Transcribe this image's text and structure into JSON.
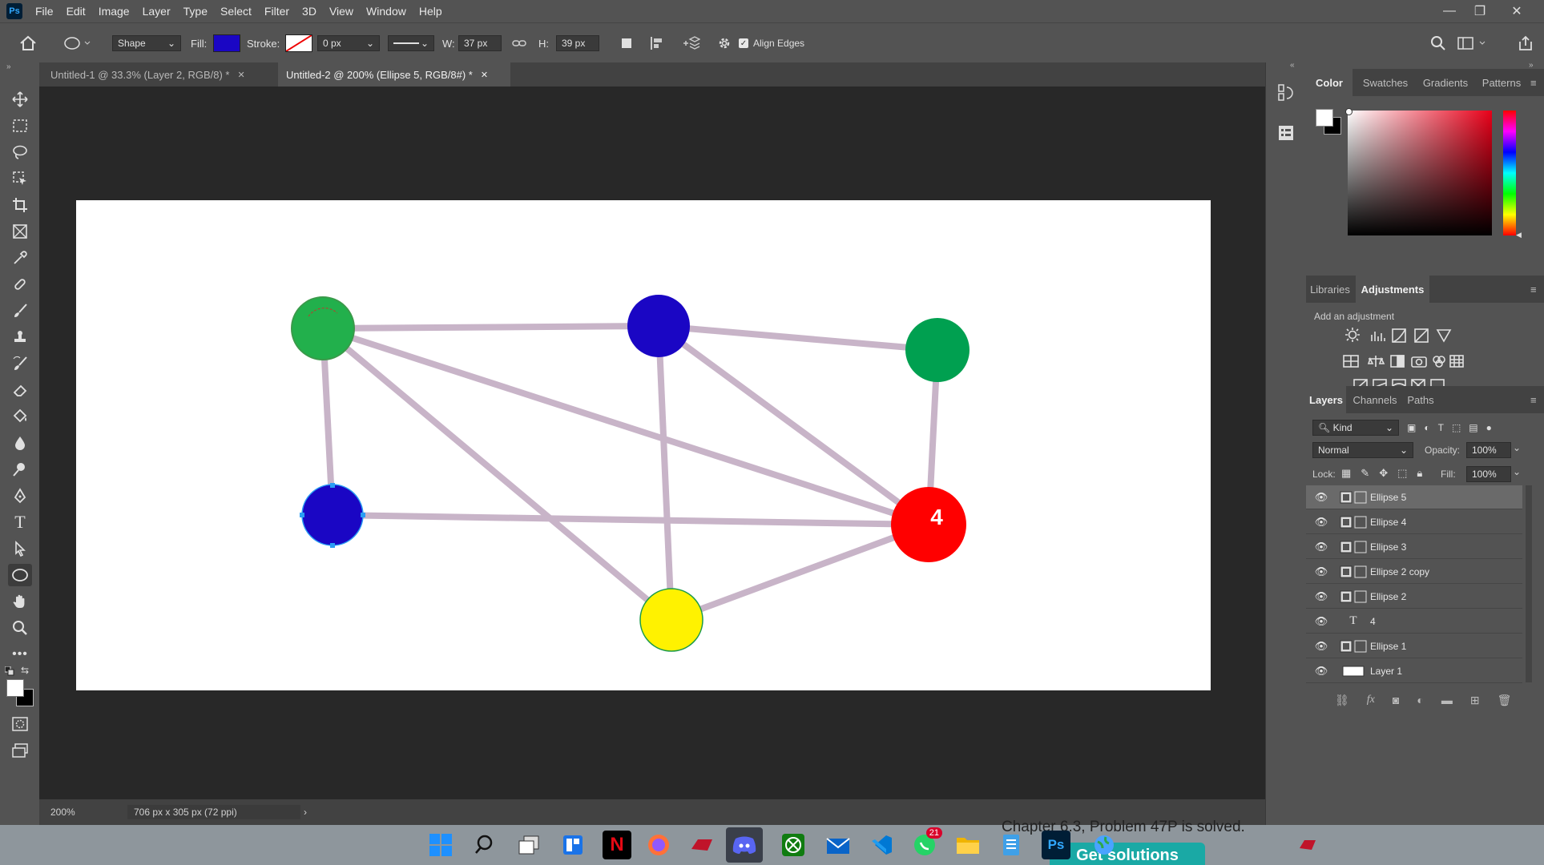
{
  "app": {
    "logo_text": "Ps"
  },
  "menu": [
    "File",
    "Edit",
    "Image",
    "Layer",
    "Type",
    "Select",
    "Filter",
    "3D",
    "View",
    "Window",
    "Help"
  ],
  "window_controls": {
    "minimize": "—",
    "restore": "❐",
    "close": "✕"
  },
  "options_bar": {
    "shape_mode": "Shape",
    "fill_label": "Fill:",
    "fill_color": "#1a06c4",
    "stroke_label": "Stroke:",
    "stroke_width": "0 px",
    "w_label": "W:",
    "w_value": "37 px",
    "h_label": "H:",
    "h_value": "39 px",
    "align_edges_label": "Align Edges"
  },
  "doc_tabs": [
    {
      "label": "Untitled-1 @ 33.3% (Layer 2, RGB/8) *",
      "active": false
    },
    {
      "label": "Untitled-2 @ 200% (Ellipse 5, RGB/8#) *",
      "active": true
    }
  ],
  "canvas": {
    "node_label": "4",
    "colors": {
      "green_light": "#22b04c",
      "blue": "#1a06c4",
      "green": "#00a050",
      "red": "#ff0000",
      "yellow": "#fff200",
      "edge": "#c8b4c8"
    }
  },
  "status": {
    "zoom": "200%",
    "doc_info": "706 px x 305 px (72 ppi)"
  },
  "color_panel": {
    "tabs": [
      "Color",
      "Swatches",
      "Gradients",
      "Patterns"
    ]
  },
  "adjust_panel": {
    "tabs": [
      "Libraries",
      "Adjustments"
    ],
    "hint": "Add an adjustment"
  },
  "layers_panel": {
    "tabs": [
      "Layers",
      "Channels",
      "Paths"
    ],
    "filter_kind": "Kind",
    "blend_mode": "Normal",
    "opacity_label": "Opacity:",
    "opacity_value": "100%",
    "lock_label": "Lock:",
    "fill_label": "Fill:",
    "fill_value": "100%",
    "layers": [
      {
        "name": "Ellipse 5",
        "type": "shape",
        "selected": true
      },
      {
        "name": "Ellipse 4",
        "type": "shape",
        "selected": false
      },
      {
        "name": "Ellipse 3",
        "type": "shape",
        "selected": false
      },
      {
        "name": "Ellipse 2 copy",
        "type": "shape",
        "selected": false
      },
      {
        "name": "Ellipse 2",
        "type": "shape",
        "selected": false
      },
      {
        "name": "4",
        "type": "text",
        "selected": false
      },
      {
        "name": "Ellipse 1",
        "type": "shape",
        "selected": false
      },
      {
        "name": "Layer 1",
        "type": "pixel",
        "selected": false
      }
    ]
  },
  "taskbar": {
    "background_text": "Chapter 6.3, Problem 47P is solved.",
    "get_solutions": "Get solutions",
    "whatsapp_badge": "21"
  }
}
